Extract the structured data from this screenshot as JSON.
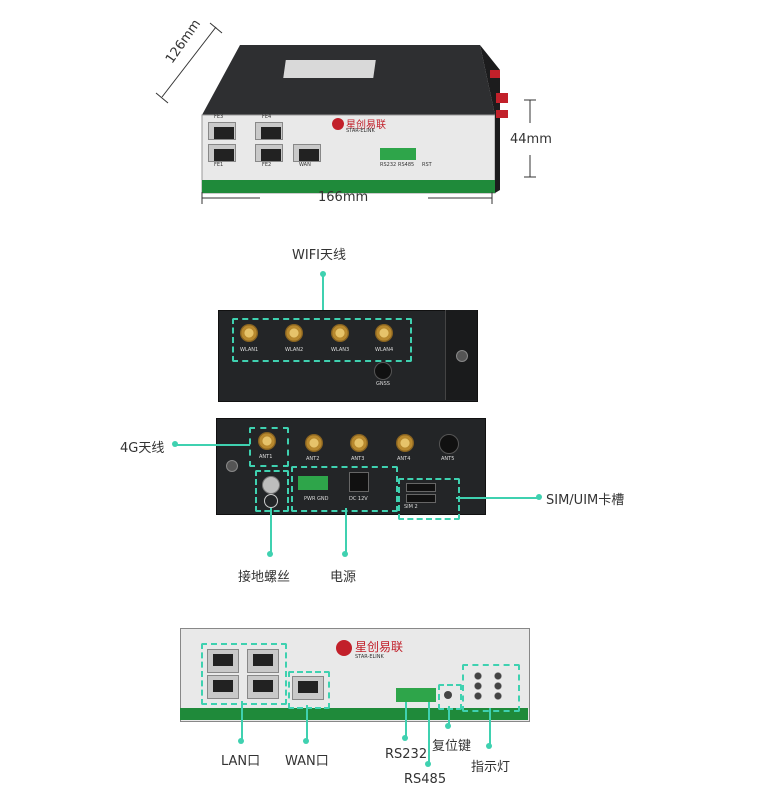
{
  "top": {
    "dim_depth": "126mm",
    "dim_height": "44mm",
    "dim_width": "166mm",
    "logo_text": "星创易联",
    "logo_sub": "STAR-ELINK",
    "ports": [
      "FE3",
      "FE4",
      "FE1",
      "FE2",
      "WAN",
      "RS232",
      "RS485",
      "RST"
    ]
  },
  "panel_antenna": {
    "callout": "WIFI天线",
    "ports": [
      "WLAN1",
      "WLAN2",
      "WLAN3",
      "WLAN4"
    ],
    "gnss": "GNSS"
  },
  "panel_power": {
    "callout_4g": "4G天线",
    "ants": [
      "ANT1",
      "ANT2",
      "ANT3",
      "ANT4",
      "ANT5"
    ],
    "pwr_label": "PWR GND",
    "dc_label": "DC 12V",
    "sim_label": "SIM 2",
    "callout_sim": "SIM/UIM卡槽",
    "callout_ground": "接地螺丝",
    "callout_power": "电源"
  },
  "panel_front": {
    "logo_text": "星创易联",
    "logo_sub": "STAR-ELINK",
    "callout_lan": "LAN口",
    "callout_wan": "WAN口",
    "callout_rs232": "RS232",
    "callout_rs485": "RS485",
    "callout_reset": "复位键",
    "callout_led": "指示灯"
  }
}
